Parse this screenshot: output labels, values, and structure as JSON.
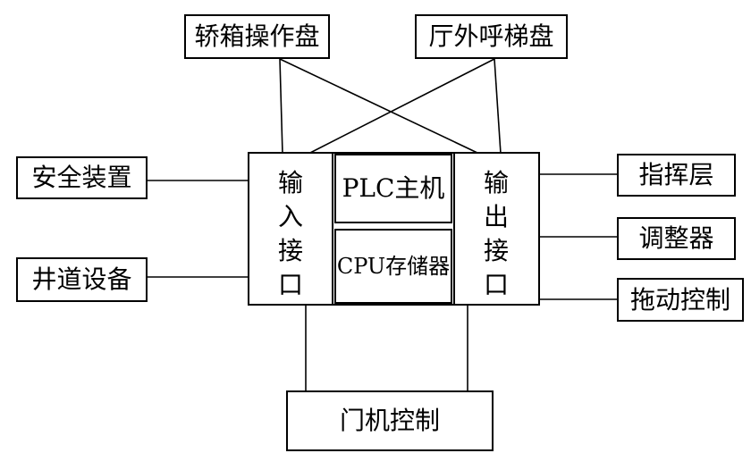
{
  "top_boxes": {
    "car_panel": "轿箱操作盘",
    "hall_panel": "厅外呼梯盘"
  },
  "left_boxes": {
    "safety": "安全装置",
    "shaft": "井道设备"
  },
  "right_boxes": {
    "command": "指挥层",
    "regulator": "调整器",
    "drive": "拖动控制"
  },
  "bottom_box": {
    "door": "门机控制"
  },
  "plc": {
    "input_chars": [
      "输",
      "入",
      "接",
      "口"
    ],
    "output_chars": [
      "输",
      "出",
      "接",
      "口"
    ],
    "host": "PLC主机",
    "memory": "CPU存储器"
  }
}
